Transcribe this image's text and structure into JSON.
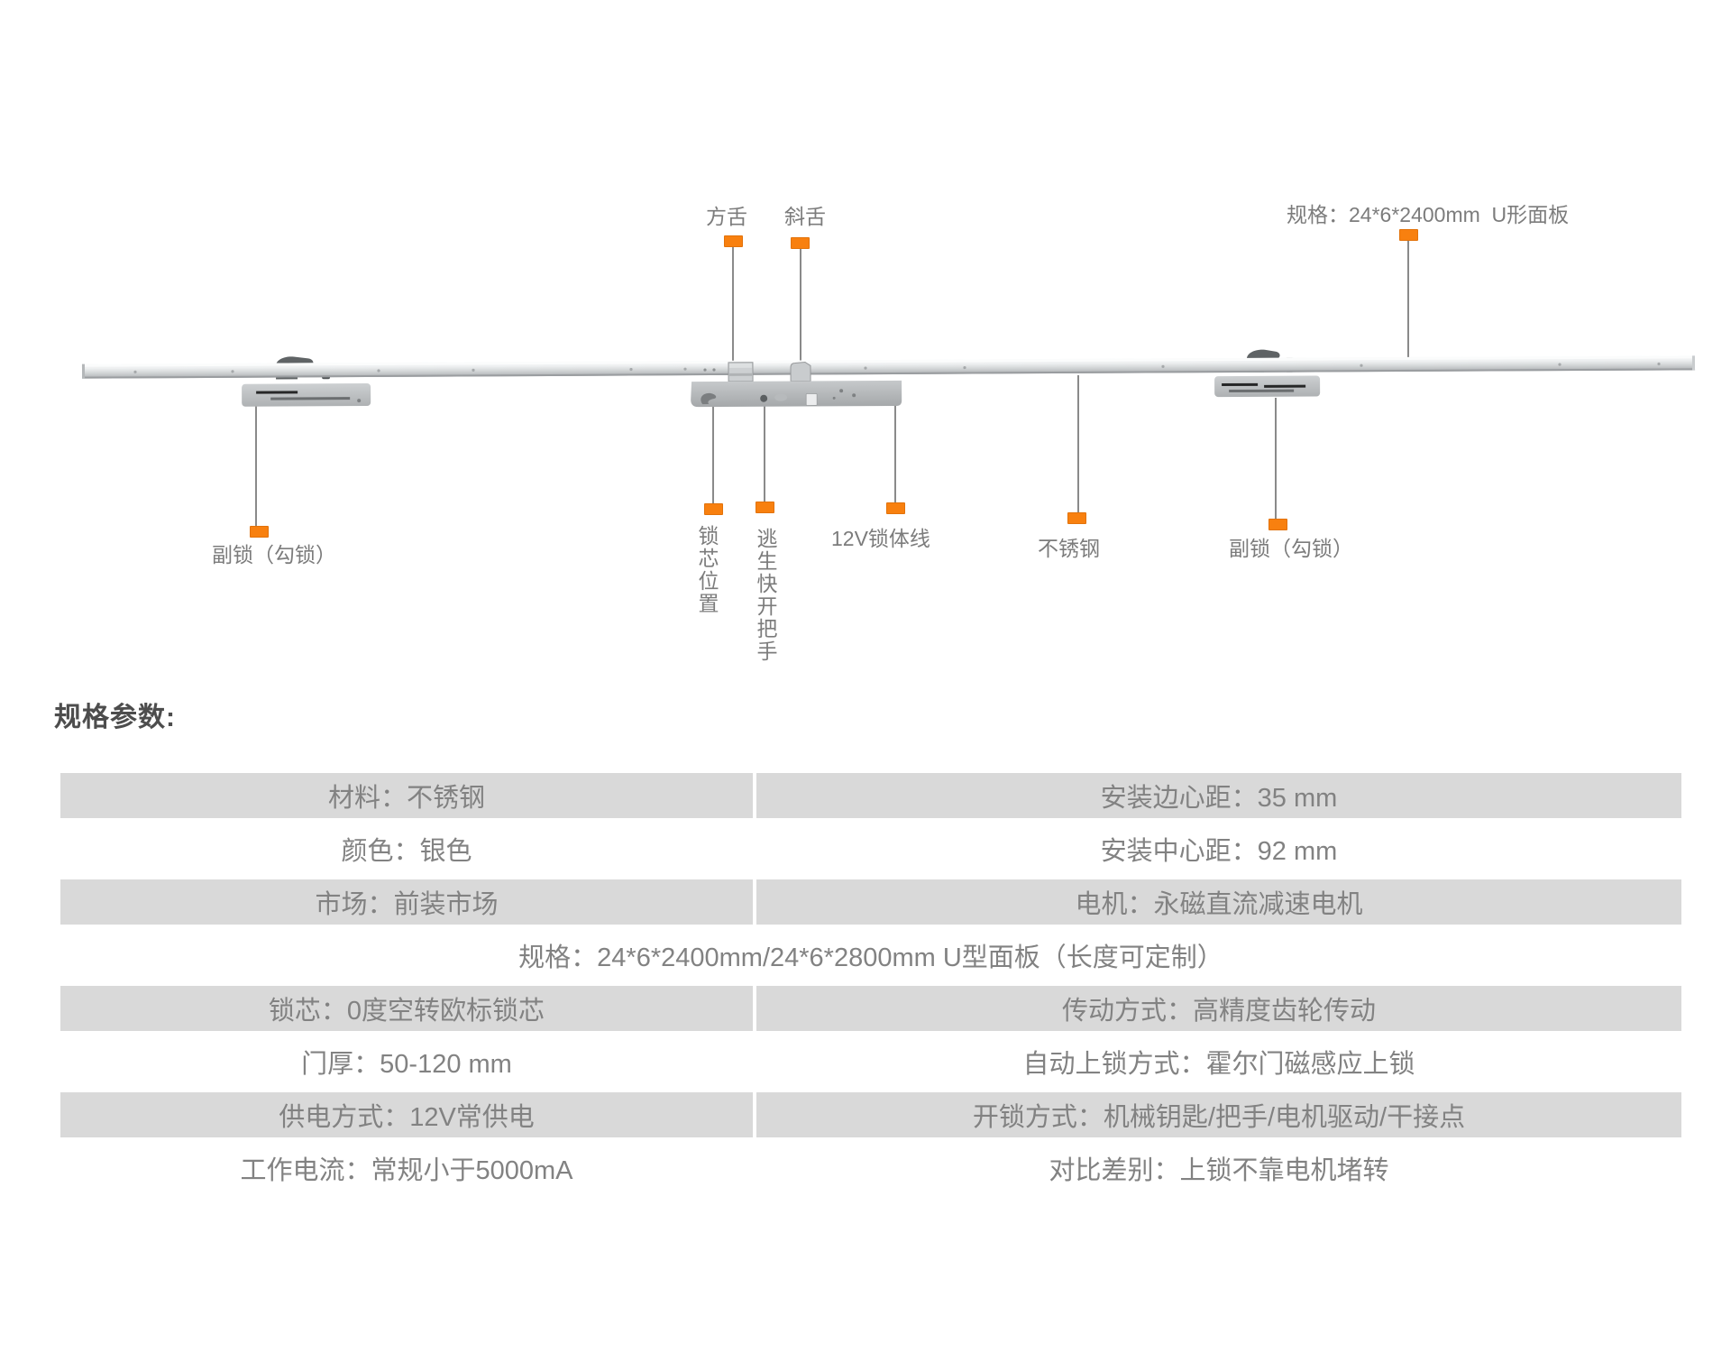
{
  "colors": {
    "accent_orange": "#f8800f",
    "callout_line": "#8a8a8a",
    "label_text": "#7c7c7c",
    "table_shade": "#d9d9d9",
    "table_text": "#828282",
    "heading_text": "#4d4d4d"
  },
  "diagram": {
    "labels": {
      "square_bolt": "方舌",
      "latch_bolt": "斜舌",
      "panel_spec": "规格：24*6*2400mm  U形面板",
      "sub_lock_left": "副锁（勾锁）",
      "cylinder_position": "锁芯位置",
      "escape_handle": "逃生快开把手",
      "wire_12v": "12V锁体线",
      "stainless": "不锈钢",
      "sub_lock_right": "副锁（勾锁）"
    }
  },
  "section": {
    "heading": "规格参数:"
  },
  "spec_table": {
    "rows": [
      {
        "left": "材料：不锈钢",
        "right": "安装边心距：35 mm"
      },
      {
        "left": "颜色：银色",
        "right": "安装中心距：92 mm"
      },
      {
        "left": "市场：前装市场",
        "right": "电机：永磁直流减速电机"
      },
      {
        "text": "规格：24*6*2400mm/24*6*2800mm U型面板（长度可定制）"
      },
      {
        "left": "锁芯：0度空转欧标锁芯",
        "right": "传动方式：高精度齿轮传动"
      },
      {
        "left": "门厚：50-120 mm",
        "right": "自动上锁方式：霍尔门磁感应上锁"
      },
      {
        "left": "供电方式：12V常供电",
        "right": "开锁方式：机械钥匙/把手/电机驱动/干接点"
      },
      {
        "left": "工作电流：常规小于5000mA",
        "right": "对比差别：上锁不靠电机堵转"
      }
    ]
  }
}
